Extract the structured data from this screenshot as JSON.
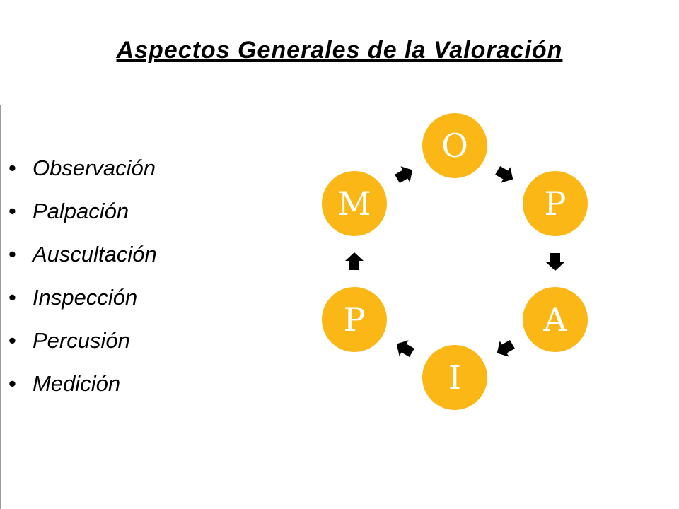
{
  "slide": {
    "title": "Aspectos Generales de la Valoración",
    "bullets": [
      "Observación",
      "Palpación",
      "Auscultación",
      "Inspección",
      "Percusión",
      "Medición"
    ]
  },
  "cycle": {
    "node_color": "#fbb716",
    "arrow_color": "#000000",
    "label_color": "#ffffff",
    "nodes": [
      {
        "label": "O",
        "angle": -90
      },
      {
        "label": "P",
        "angle": -30
      },
      {
        "label": "A",
        "angle": 30
      },
      {
        "label": "I",
        "angle": 90
      },
      {
        "label": "P",
        "angle": 150
      },
      {
        "label": "M",
        "angle": 210
      }
    ]
  }
}
